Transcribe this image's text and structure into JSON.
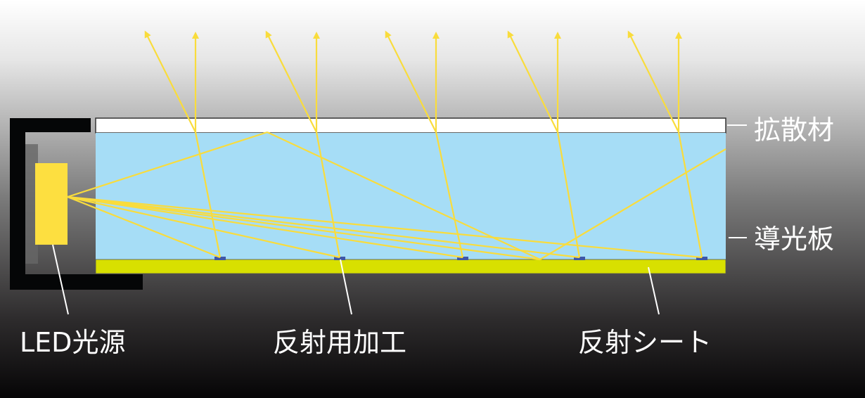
{
  "title": "導光板の仕組み",
  "labels": {
    "diffuser": "拡散材",
    "light_guide": "導光板",
    "led": "LED光源",
    "reflective_processing": "反射用加工",
    "reflective_sheet": "反射シート"
  },
  "colors": {
    "light_guide": "#a6ddf6",
    "diffuser": "#ffffff",
    "reflective_sheet": "#d8e000",
    "led": "#fddf40",
    "ray": "#f9dc3c",
    "dot": "#3f57a6",
    "housing": "#050607"
  }
}
